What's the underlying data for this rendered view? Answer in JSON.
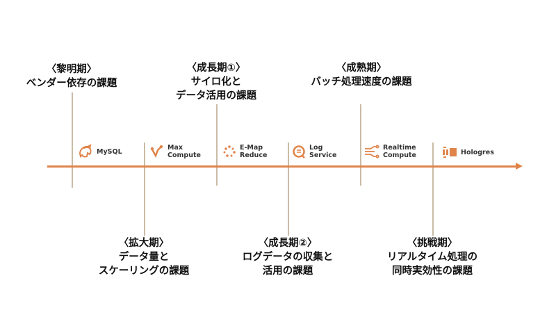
{
  "eras": [
    {
      "title": "〈黎明期〉",
      "lines": [
        "ベンダー依存の課題"
      ]
    },
    {
      "title": "〈拡大期〉",
      "lines": [
        "データ量と",
        "スケーリングの課題"
      ]
    },
    {
      "title": "〈成長期①〉",
      "lines": [
        "サイロ化と",
        "データ活用の課題"
      ]
    },
    {
      "title": "〈成長期②〉",
      "lines": [
        "ログデータの収集と",
        "活用の課題"
      ]
    },
    {
      "title": "〈成熟期〉",
      "lines": [
        "バッチ処理速度の課題"
      ]
    },
    {
      "title": "〈挑戦期〉",
      "lines": [
        "リアルタイム処理の",
        "同時実効性の課題"
      ]
    }
  ],
  "products": [
    {
      "name": [
        "MySQL"
      ],
      "icon": "dolphin-icon"
    },
    {
      "name": [
        "Max",
        "Compute"
      ],
      "icon": "compute-nodes-icon"
    },
    {
      "name": [
        "E-Map",
        "Reduce"
      ],
      "icon": "dots-ring-icon"
    },
    {
      "name": [
        "Log",
        "Service"
      ],
      "icon": "log-search-icon"
    },
    {
      "name": [
        "Realtime",
        "Compute"
      ],
      "icon": "stream-icon"
    },
    {
      "name": [
        "Hologres"
      ],
      "icon": "blocks-icon"
    }
  ],
  "colors": {
    "accent": "#e0844a",
    "line": "#c9bba6"
  }
}
